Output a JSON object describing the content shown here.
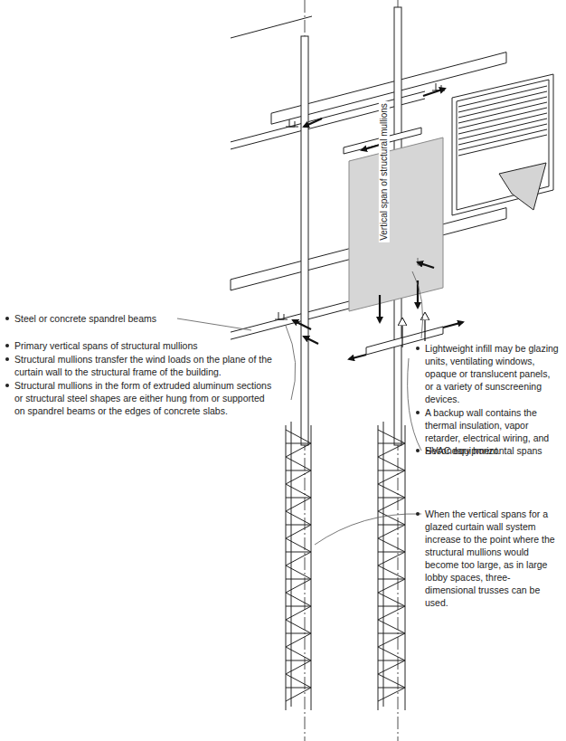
{
  "diagram": {
    "labels": [
      "Vertical span of structural mullions",
      "Steel or concrete spandrel beams",
      "Primary vertical spans of structural mullions",
      "Structural mullions transfer the wind loads on the plane of the curtain wall to the structural frame of the building.",
      "Structural mullions in the form of extruded aluminum sections or structural steel shapes are either hung from or supported on spandrel beams or the edges of concrete slabs.",
      "Lightweight infill may be glazing units, ventilating windows, opaque or translucent panels, or a variety of sunscreening devices.",
      "A backup wall contains the thermal insulation, vapor retarder, electrical wiring, and HVAC equipment.",
      "Secondary horizontal spans",
      "When the vertical spans for a glazed curtain wall system increase to the point where the structural mullions would become too large, as in large lobby spaces, three-dimensional trusses can be used."
    ]
  }
}
